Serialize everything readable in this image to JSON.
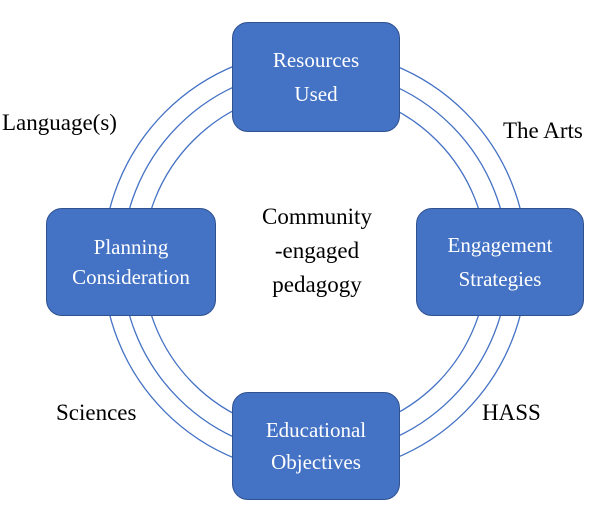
{
  "diagram": {
    "center": {
      "lines": [
        "Community",
        "-engaged",
        "pedagogy"
      ]
    },
    "nodes": {
      "top": {
        "lines": [
          "Resources",
          "Used"
        ]
      },
      "right": {
        "lines": [
          "Engagement",
          "Strategies"
        ]
      },
      "bottom": {
        "lines": [
          "Educational",
          "Objectives"
        ]
      },
      "left": {
        "lines": [
          "Planning",
          "Consideration"
        ]
      }
    },
    "quadrant_labels": {
      "top_left": "Language(s)",
      "top_right": "The Arts",
      "bottom_left": "Sciences",
      "bottom_right": "HASS"
    },
    "colors": {
      "node_fill": "#4472C4",
      "node_border": "#2F528F",
      "ring": "#4472C4",
      "text": "#000000"
    }
  }
}
